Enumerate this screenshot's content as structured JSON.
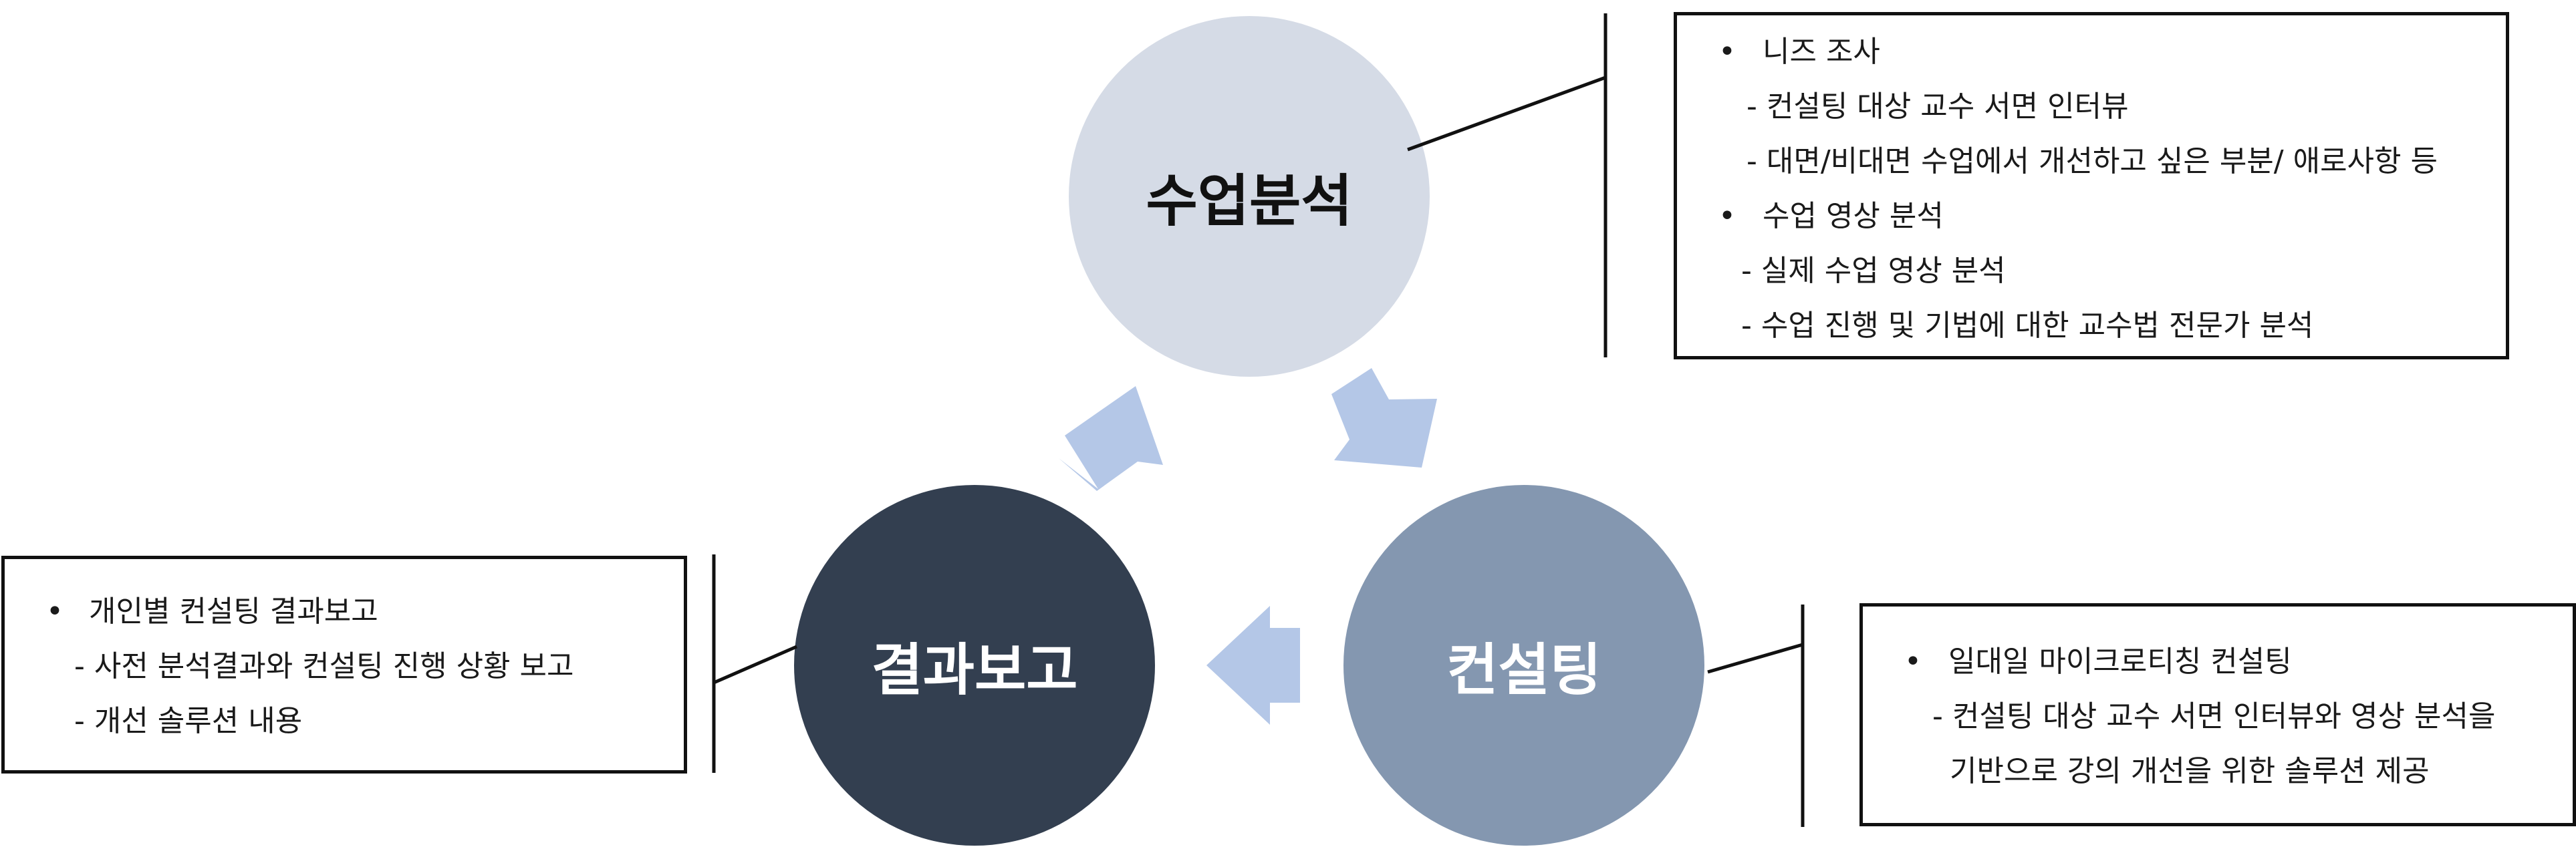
{
  "colors": {
    "analysis_circle": "#d5dbe6",
    "consulting_circle": "#8497b0",
    "report_circle": "#333f50",
    "arrow": "#b4c7e7",
    "outline": "#111111"
  },
  "circles": {
    "analysis": {
      "label": "수업분석"
    },
    "consulting": {
      "label": "컨설팅"
    },
    "report": {
      "label": "결과보고"
    }
  },
  "boxes": {
    "analysis": {
      "bullet_symbol": "•",
      "items": [
        {
          "title": "니즈 조사",
          "subs": [
            "- 컨설팅 대상 교수 서면 인터뷰",
            "- 대면/비대면 수업에서 개선하고 싶은 부분/ 애로사항 등"
          ]
        },
        {
          "title": "수업 영상 분석",
          "subs": [
            "- 실제 수업 영상 분석",
            "- 수업 진행 및 기법에 대한 교수법 전문가 분석"
          ]
        }
      ]
    },
    "consulting": {
      "bullet_symbol": "•",
      "items": [
        {
          "title": "일대일 마이크로티칭 컨설팅",
          "subs": [
            "- 컨설팅 대상 교수 서면 인터뷰와 영상 분석을",
            "기반으로 강의 개선을 위한 솔루션 제공"
          ]
        }
      ]
    },
    "report": {
      "bullet_symbol": "•",
      "items": [
        {
          "title": "개인별 컨설팅 결과보고",
          "subs": [
            "- 사전 분석결과와 컨설팅 진행 상황 보고",
            "- 개선 솔루션 내용"
          ]
        }
      ]
    }
  }
}
